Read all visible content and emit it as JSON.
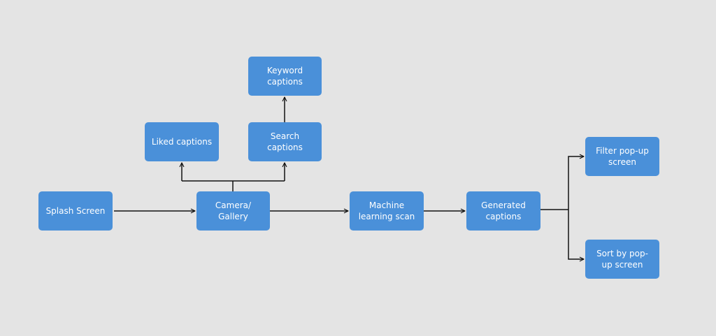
{
  "diagram": {
    "nodes": {
      "splash": "Splash Screen",
      "camera": "Camera/\nGallery",
      "ml_scan": "Machine\nlearning scan",
      "generated": "Generated\ncaptions",
      "liked": "Liked captions",
      "search": "Search\ncaptions",
      "keyword": "Keyword\ncaptions",
      "filter": "Filter pop-up\nscreen",
      "sort": "Sort by pop-\nup screen"
    },
    "edges": [
      {
        "from": "splash",
        "to": "camera"
      },
      {
        "from": "camera",
        "to": "ml_scan"
      },
      {
        "from": "ml_scan",
        "to": "generated"
      },
      {
        "from": "camera",
        "to": "liked"
      },
      {
        "from": "camera",
        "to": "search"
      },
      {
        "from": "search",
        "to": "keyword"
      },
      {
        "from": "generated",
        "to": "filter"
      },
      {
        "from": "generated",
        "to": "sort"
      }
    ],
    "colors": {
      "background": "#e4e4e4",
      "node_fill": "#4a90d9",
      "node_text": "#ffffff",
      "connector": "#111111"
    }
  }
}
